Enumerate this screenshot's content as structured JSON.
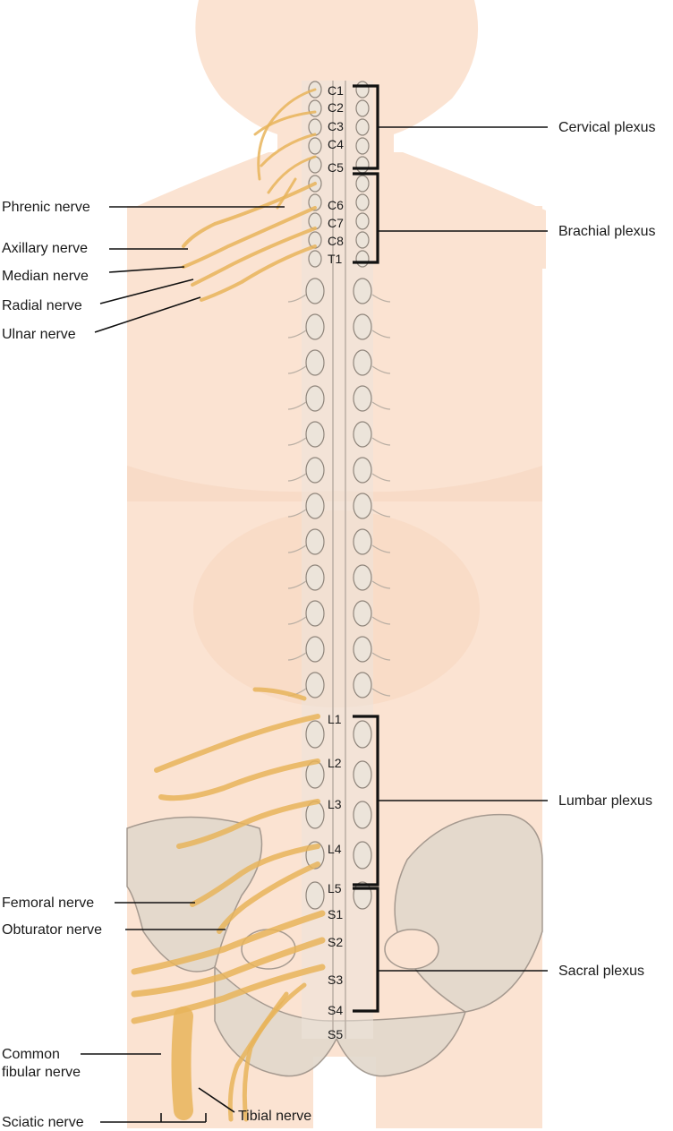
{
  "segments": {
    "cervical": [
      "C1",
      "C2",
      "C3",
      "C4",
      "C5",
      "C6",
      "C7",
      "C8"
    ],
    "thoracic": [
      "T1"
    ],
    "lumbar": [
      "L1",
      "L2",
      "L3",
      "L4",
      "L5"
    ],
    "sacral": [
      "S1",
      "S2",
      "S3",
      "S4",
      "S5"
    ]
  },
  "plexuses": {
    "cervical": "Cervical plexus",
    "brachial": "Brachial plexus",
    "lumbar": "Lumbar plexus",
    "sacral": "Sacral plexus"
  },
  "nerves": {
    "phrenic": "Phrenic nerve",
    "axillary": "Axillary nerve",
    "median": "Median nerve",
    "radial": "Radial nerve",
    "ulnar": "Ulnar nerve",
    "femoral": "Femoral nerve",
    "obturator": "Obturator nerve",
    "common_fibular_line1": "Common",
    "common_fibular_line2": "fibular nerve",
    "sciatic": "Sciatic nerve",
    "tibial": "Tibial nerve"
  },
  "colors": {
    "skin": "#fbe3d2",
    "skin_dark": "#f6d3bb",
    "nerve": "#e7b45a",
    "bone": "#e2d8cc",
    "bone_outline": "#9c9288"
  }
}
